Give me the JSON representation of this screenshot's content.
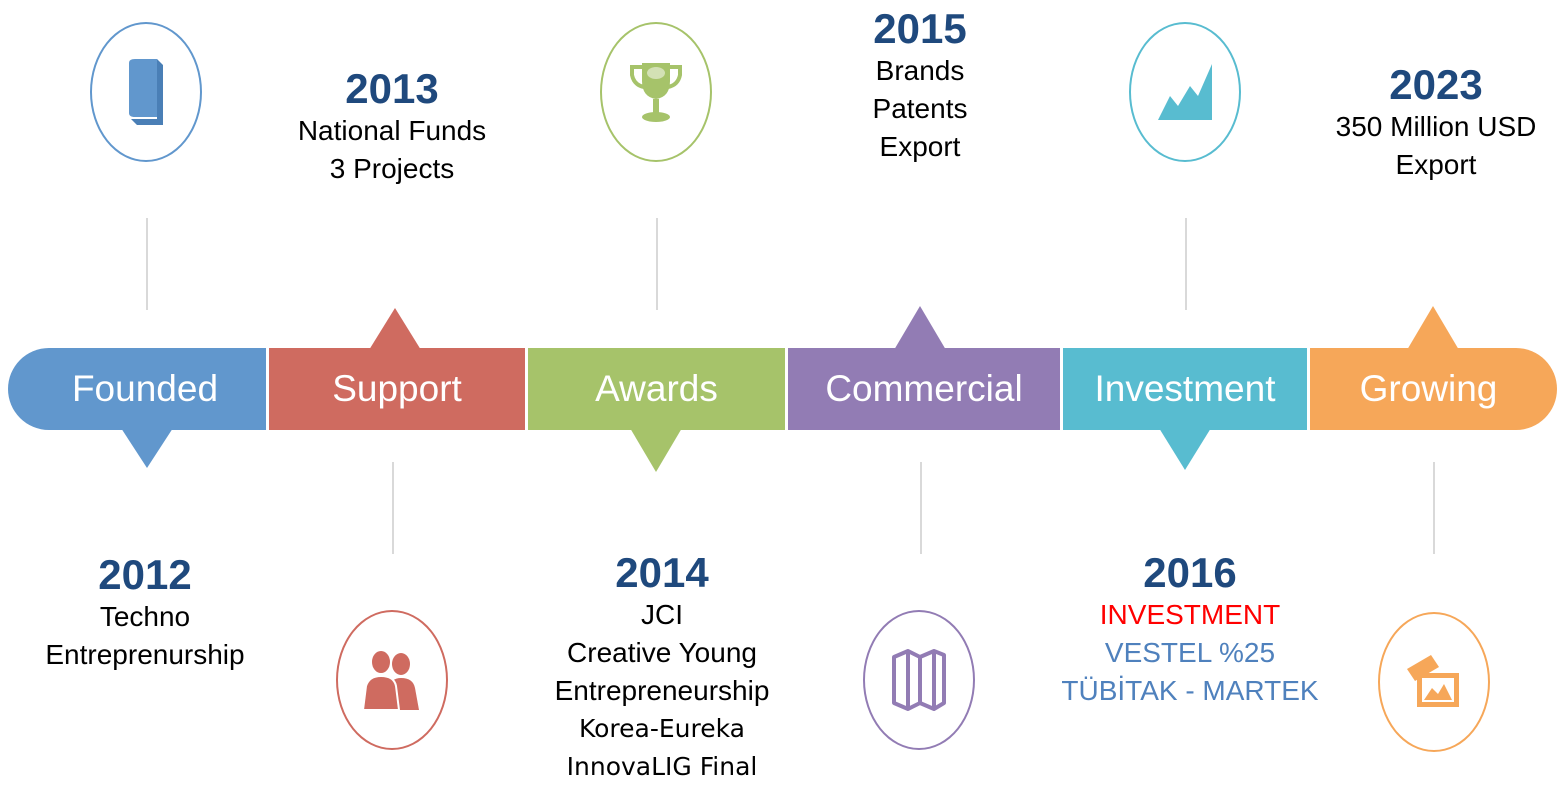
{
  "colors": {
    "founded": "#6197cd",
    "support": "#cf6b60",
    "awards": "#a6c36a",
    "commercial": "#927cb4",
    "investment": "#58bcd0",
    "growing": "#f6a759",
    "year": "#1f497d",
    "investment_red": "#ff0000",
    "investment_blue": "#4f81bd"
  },
  "stages": [
    {
      "label": "Founded",
      "icon": "book-icon"
    },
    {
      "label": "Support",
      "icon": "people-icon"
    },
    {
      "label": "Awards",
      "icon": "trophy-icon"
    },
    {
      "label": "Commercial",
      "icon": "map-icon"
    },
    {
      "label": "Investment",
      "icon": "area-chart-icon"
    },
    {
      "label": "Growing",
      "icon": "photos-icon"
    }
  ],
  "milestones": {
    "m2012": {
      "year": "2012",
      "lines": [
        "Techno",
        "Entreprenurship"
      ]
    },
    "m2013": {
      "year": "2013",
      "lines": [
        "National Funds",
        "3 Projects"
      ]
    },
    "m2014": {
      "year": "2014",
      "lines": [
        "JCI",
        "Creative Young",
        "Entrepreneurship"
      ],
      "small_lines": [
        "Korea-Eureka",
        "InnovaLIG Final"
      ]
    },
    "m2015": {
      "year": "2015",
      "lines": [
        "Brands",
        "Patents",
        "Export"
      ]
    },
    "m2016": {
      "year": "2016",
      "highlight": "INVESTMENT",
      "lines": [
        "VESTEL %25",
        "TÜBİTAK - MARTEK"
      ]
    },
    "m2023": {
      "year": "2023",
      "lines": [
        "350 Million USD",
        "Export"
      ]
    }
  }
}
